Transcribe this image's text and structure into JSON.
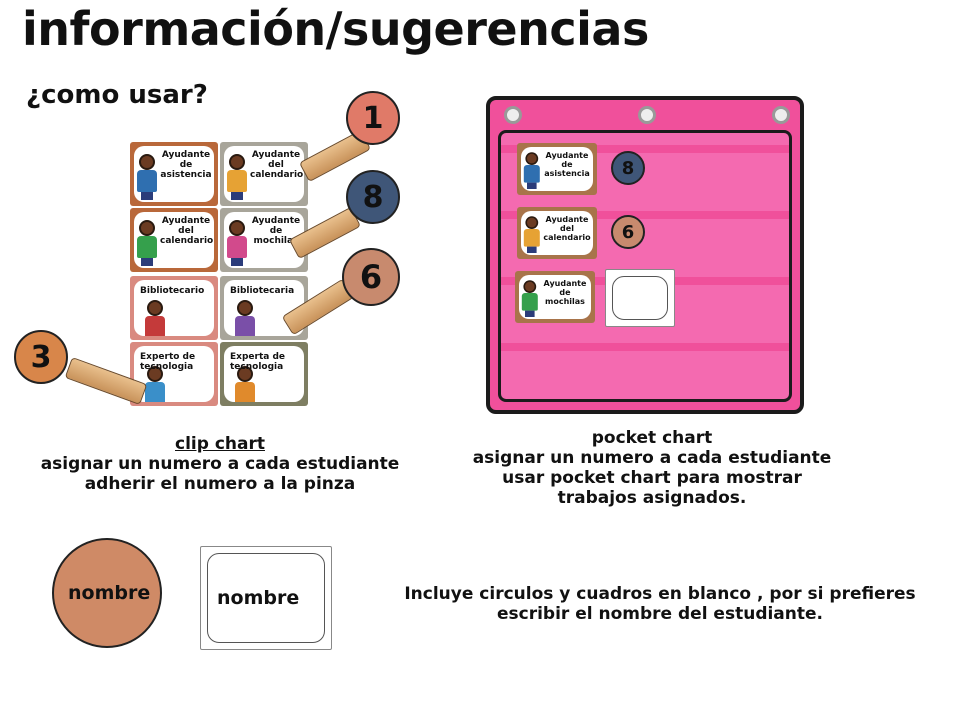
{
  "page": {
    "title": "información/sugerencias",
    "subtitle": "¿como usar?"
  },
  "clip_chart": {
    "cards": [
      {
        "label": "Ayudante\nde\nasistencia",
        "frame_color": "#b9683a"
      },
      {
        "label": "Ayudante\ndel\ncalendario",
        "frame_color": "#a8a59a"
      },
      {
        "label": "Ayudante\ndel\ncalendario",
        "frame_color": "#b9683a"
      },
      {
        "label": "Ayudante\nde\nmochilas",
        "frame_color": "#a8a59a"
      },
      {
        "label": "Bibliotecario",
        "frame_color": "#d98a80"
      },
      {
        "label": "Bibliotecaria",
        "frame_color": "#a8a59a"
      },
      {
        "label": "Experto de\ntecnologia",
        "frame_color": "#d98a80"
      },
      {
        "label": "Experta de\ntecnologia",
        "frame_color": "#7e7e62"
      }
    ],
    "numbers": [
      {
        "value": "1",
        "color": "#e07a68"
      },
      {
        "value": "8",
        "color": "#3f5678"
      },
      {
        "value": "6",
        "color": "#c88a6e"
      },
      {
        "value": "3",
        "color": "#d8864a"
      }
    ],
    "caption": {
      "heading": "clip chart",
      "line1": "asignar un numero a cada estudiante",
      "line2": "adherir el numero a la pinza"
    }
  },
  "pocket_chart": {
    "color": "#f0509b",
    "rows": [
      {
        "label": "Ayudante\nde\nasistencia",
        "number": "8",
        "number_color": "#3f5678"
      },
      {
        "label": "Ayudante\ndel\ncalendario",
        "number": "6",
        "number_color": "#c88a6e"
      },
      {
        "label": "Ayudante\nde\nmochilas",
        "number": "",
        "number_color": ""
      }
    ],
    "caption": {
      "heading": "pocket chart",
      "line1": "asignar un numero a cada estudiante",
      "line2": "usar pocket chart para mostrar",
      "line3": "trabajos asignados."
    }
  },
  "blanks": {
    "circle_label": "nombre",
    "circle_color": "#cf8a66",
    "square_label": "nombre",
    "note_line1": "Incluye circulos y cuadros en blanco , por si prefieres",
    "note_line2": "escribir el nombre del estudiante."
  }
}
